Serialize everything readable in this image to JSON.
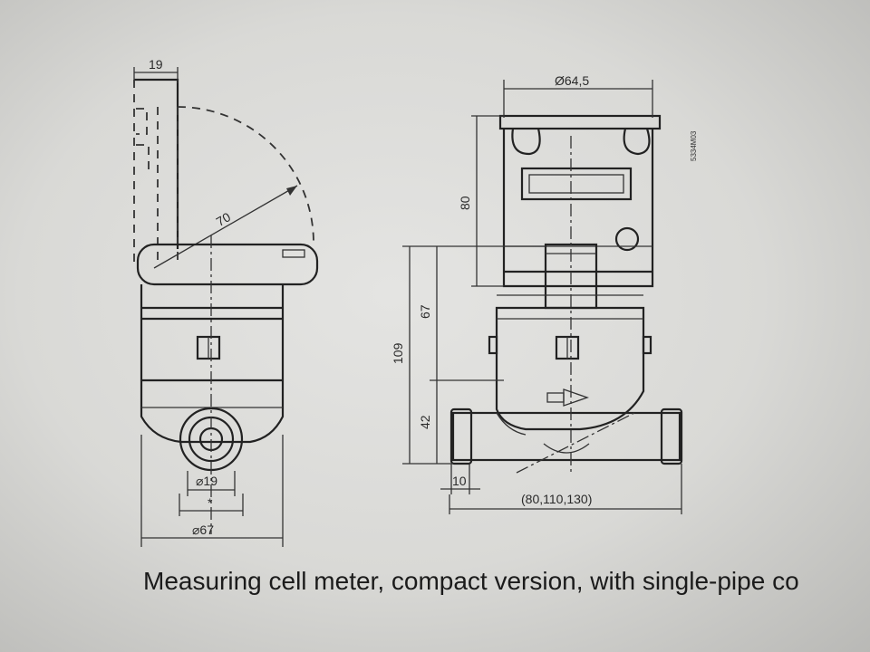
{
  "caption": "Measuring cell meter, compact version, with single-pipe co",
  "drawing_code": "5334M03",
  "dimensions": {
    "bracket_width": "19",
    "swing_radius": "70",
    "pipe_diameter": "⌀19",
    "star_mark": "*",
    "body_diameter": "⌀67",
    "head_diameter": "Ø64,5",
    "head_height": "80",
    "total_height": "109",
    "mid_height": "67",
    "pipe_height": "42",
    "flange_width": "10",
    "length_options": "(80,110,130)"
  }
}
